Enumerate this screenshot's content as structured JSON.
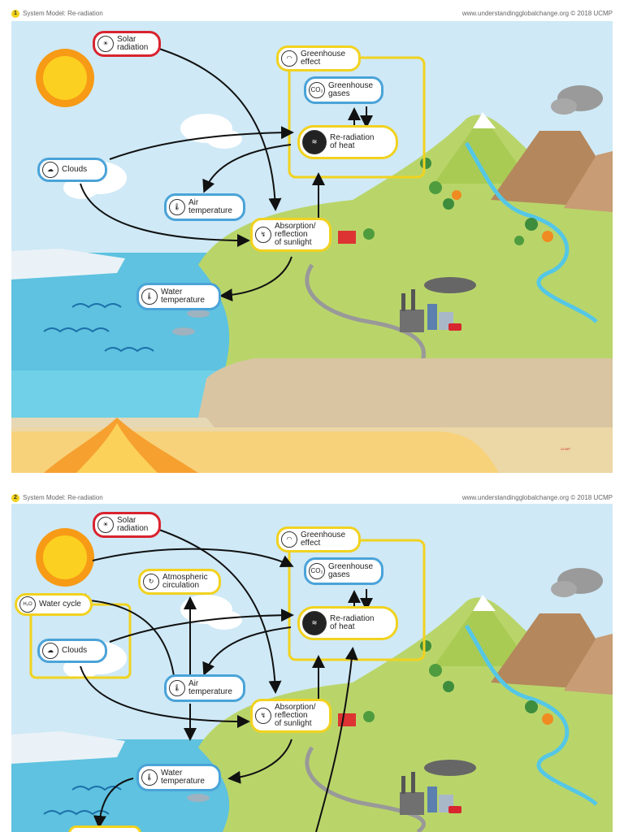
{
  "panel1": {
    "number": "1",
    "title": "System Model: Re-radiation",
    "credit": "www.understandingglobalchange.org  © 2018 UCMP",
    "nodes": {
      "solar": "Solar\nradiation",
      "greenhouse_effect": "Greenhouse\neffect",
      "greenhouse_gases": "Greenhouse\ngases",
      "reradiation": "Re-radiation\nof heat",
      "clouds": "Clouds",
      "air_temp": "Air\ntemperature",
      "absorption": "Absorption/\nreflection\nof sunlight",
      "water_temp": "Water\ntemperature"
    },
    "ucmp_note": "UCMP"
  },
  "panel2": {
    "number": "2",
    "title": "System Model: Re-radiation",
    "credit": "www.understandingglobalchange.org  © 2018 UCMP",
    "nodes": {
      "solar": "Solar\nradiation",
      "greenhouse_effect": "Greenhouse\neffect",
      "greenhouse_gases": "Greenhouse\ngases",
      "reradiation": "Re-radiation\nof heat",
      "atmospheric": "Atmospheric\ncirculation",
      "water_cycle": "Water cycle",
      "clouds": "Clouds",
      "air_temp": "Air\ntemperature",
      "absorption": "Absorption/\nreflection\nof sunlight",
      "water_temp": "Water\ntemperature"
    }
  },
  "icons": {
    "h2o": "H₂O",
    "co2": "CO₂"
  }
}
